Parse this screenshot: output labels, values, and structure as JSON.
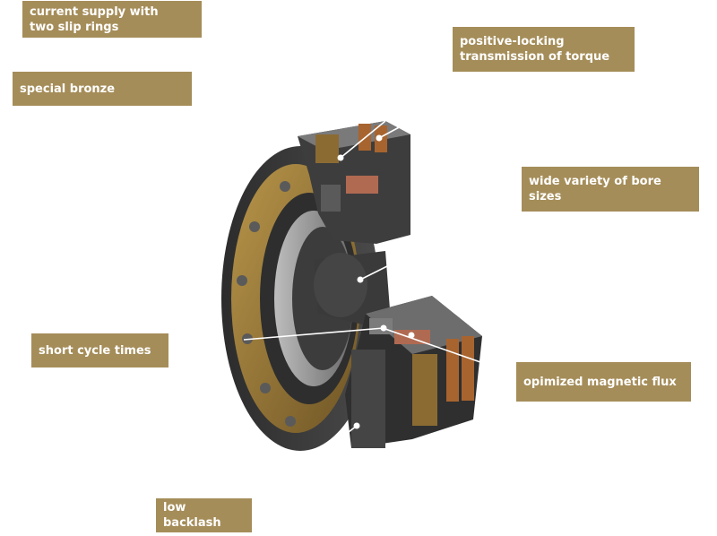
{
  "colors": {
    "label_bg": "#A58D59",
    "label_text": "#FFFFFF",
    "leader_line": "#FFFFFF",
    "bronze": "#9C7B3A",
    "steel_dark": "#3A3A3A",
    "steel_mid": "#5A5A5A",
    "steel_light": "#8E8E8E",
    "copper": "#B56A4E"
  },
  "labels": {
    "slip_rings": "current supply with\ntwo slip rings",
    "torque": "positive-locking\ntransmission of torque",
    "bronze": "special bronze",
    "bore": "wide variety of bore\nsizes",
    "cycle": "short cycle times",
    "flux": "opimized magnetic flux",
    "backlash": "low backlash"
  }
}
